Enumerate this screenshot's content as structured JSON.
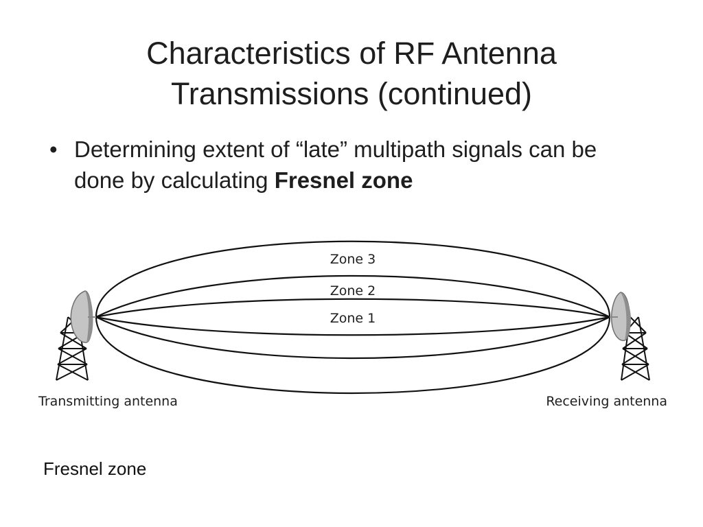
{
  "slide": {
    "title_line1": "Characteristics of RF Antenna",
    "title_line2": "Transmissions (continued)",
    "bullet": {
      "marker": "•",
      "text_before": "Determining extent of “late” multipath signals can be done by calculating ",
      "bold_term": "Fresnel zone"
    },
    "caption": "Fresnel zone"
  },
  "diagram": {
    "zones": [
      "Zone 3",
      "Zone 2",
      "Zone 1"
    ],
    "transmitter_label": "Transmitting antenna",
    "receiver_label": "Receiving antenna",
    "icons": [
      "transmit-dish-icon",
      "transmit-tower-icon",
      "receive-dish-icon",
      "receive-tower-icon"
    ],
    "colors": {
      "line": "#111111",
      "dish_fill": "#bdbdbd",
      "dish_shade": "#8a8a8a"
    }
  }
}
